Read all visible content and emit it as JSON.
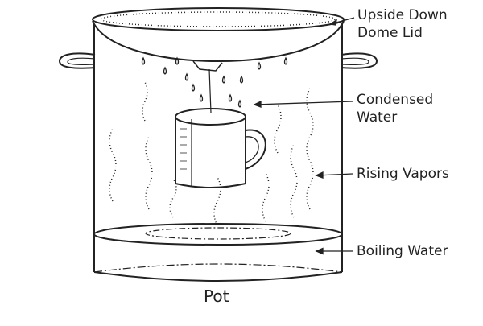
{
  "labels": {
    "lid": [
      "Upside Down",
      "Dome Lid"
    ],
    "condensed": [
      "Condensed",
      "Water"
    ],
    "vapors": "Rising Vapors",
    "boiling": "Boiling Water",
    "pot": "Pot"
  }
}
